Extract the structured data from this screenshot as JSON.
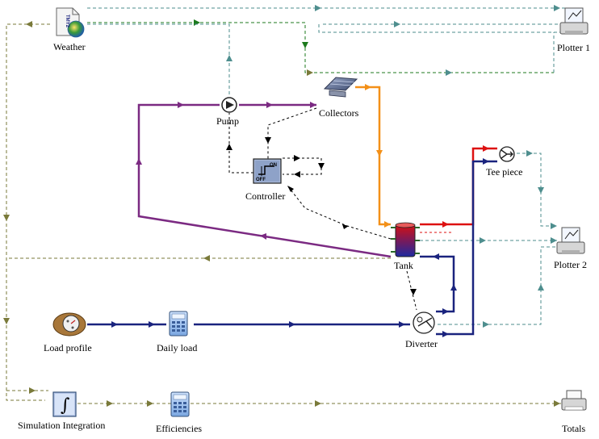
{
  "components": {
    "weather": {
      "label": "Weather",
      "icon": "weather-data-icon",
      "badge": "TMY2"
    },
    "plotter1": {
      "label": "Plotter 1",
      "icon": "printer-plotter-icon"
    },
    "plotter2": {
      "label": "Plotter 2",
      "icon": "printer-plotter-icon"
    },
    "totals": {
      "label": "Totals",
      "icon": "printer-icon"
    },
    "pump": {
      "label": "Pump",
      "icon": "pump-icon"
    },
    "collectors": {
      "label": "Collectors",
      "icon": "solar-collector-icon"
    },
    "controller": {
      "label": "Controller",
      "icon": "controller-icon",
      "on_text": "ON",
      "off_text": "OFF"
    },
    "tank": {
      "label": "Tank",
      "icon": "storage-tank-icon"
    },
    "tee_piece": {
      "label": "Tee piece",
      "icon": "tee-piece-icon"
    },
    "diverter": {
      "label": "Diverter",
      "icon": "diverter-icon"
    },
    "load_profile": {
      "label": "Load profile",
      "icon": "water-meter-icon"
    },
    "daily_load": {
      "label": "Daily load",
      "icon": "calculator-icon"
    },
    "sim_integration": {
      "label": "Simulation Integration",
      "icon": "integral-icon",
      "symbol": "∫"
    },
    "efficiencies": {
      "label": "Efficiencies",
      "icon": "calculator-icon"
    }
  },
  "colors": {
    "collector_loop": "#7b2a82",
    "hot_flow": "#f39018",
    "supply_red": "#dd1111",
    "load_flow": "#1a237e",
    "data_teal": "#4e8e8e",
    "data_green": "#1c7a1c",
    "data_olive": "#7a7a3a",
    "control_black": "#000000"
  }
}
